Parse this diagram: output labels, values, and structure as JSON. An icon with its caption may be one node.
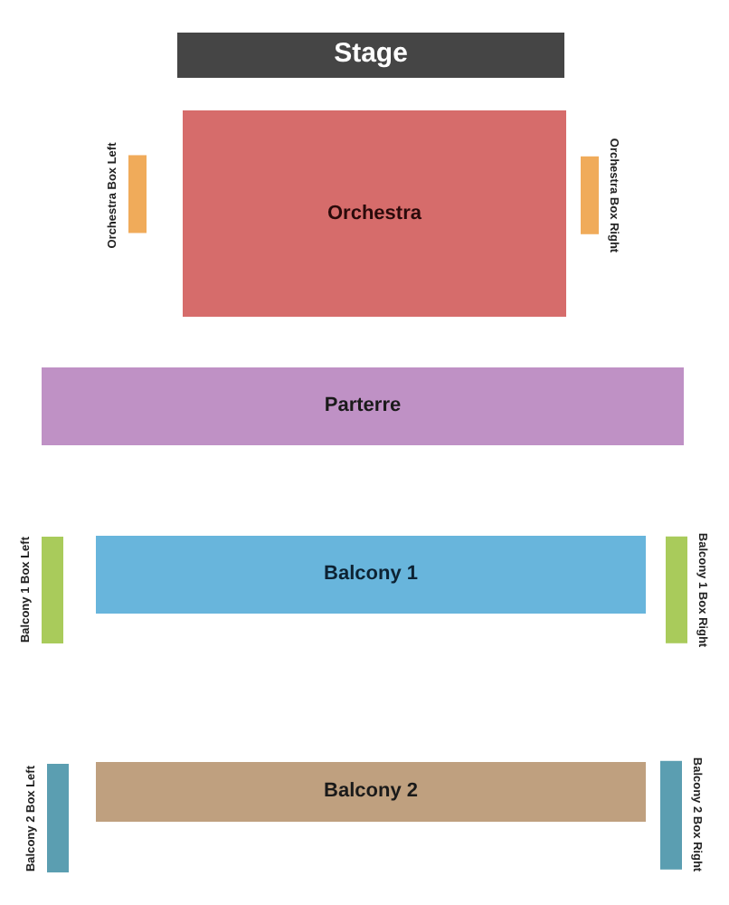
{
  "diagram": {
    "nodes": [
      {
        "text": [
          "Stage"
        ]
      },
      {
        "text": [
          "Orchestra Box Left"
        ]
      },
      {
        "text": [
          "Orchestra"
        ]
      },
      {
        "text": [
          "Orchestra Box Right"
        ]
      },
      {
        "text": [
          "Parterre"
        ]
      },
      {
        "text": [
          "Balcony 1 Box Left"
        ]
      },
      {
        "text": [
          "Balcony 1"
        ]
      },
      {
        "text": [
          "Balcony 1 Box Right"
        ]
      },
      {
        "text": [
          "Balcony 2 Box Left"
        ]
      },
      {
        "text": [
          "Balcony 2"
        ]
      },
      {
        "text": [
          "Balcony 2 Box Right"
        ]
      }
    ]
  }
}
